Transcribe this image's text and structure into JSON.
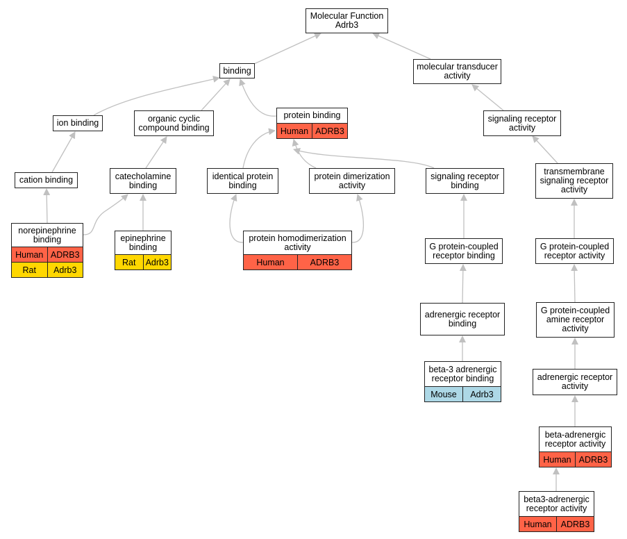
{
  "colors": {
    "Human": "#ff6347",
    "Rat": "#ffd700",
    "Mouse": "#add8e6",
    "edge": "#c0c0c0"
  },
  "nodes": {
    "mf": {
      "label": "Molecular Function\nAdrb3",
      "annotations": []
    },
    "binding": {
      "label": "binding",
      "annotations": []
    },
    "mta": {
      "label": "molecular transducer\nactivity",
      "annotations": []
    },
    "ion": {
      "label": "ion binding",
      "annotations": []
    },
    "ocb": {
      "label": "organic cyclic\ncompound binding",
      "annotations": []
    },
    "pb": {
      "label": "protein binding",
      "annotations": [
        {
          "species": "Human",
          "gene": "ADRB3"
        }
      ]
    },
    "sra": {
      "label": "signaling receptor\nactivity",
      "annotations": []
    },
    "cation": {
      "label": "cation binding",
      "annotations": []
    },
    "cat": {
      "label": "catecholamine\nbinding",
      "annotations": []
    },
    "ipb": {
      "label": "identical protein\nbinding",
      "annotations": []
    },
    "pda": {
      "label": "protein dimerization\nactivity",
      "annotations": []
    },
    "srb": {
      "label": "signaling receptor\nbinding",
      "annotations": []
    },
    "tsra": {
      "label": "transmembrane\nsignaling receptor\nactivity",
      "annotations": []
    },
    "nb": {
      "label": "norepinephrine\nbinding",
      "annotations": [
        {
          "species": "Human",
          "gene": "ADRB3"
        },
        {
          "species": "Rat",
          "gene": "Adrb3"
        }
      ]
    },
    "eb": {
      "label": "epinephrine\nbinding",
      "annotations": [
        {
          "species": "Rat",
          "gene": "Adrb3"
        }
      ]
    },
    "phd": {
      "label": "protein homodimerization\nactivity",
      "annotations": [
        {
          "species": "Human",
          "gene": "ADRB3"
        }
      ]
    },
    "gpcrb": {
      "label": "G protein-coupled\nreceptor binding",
      "annotations": []
    },
    "gpcra": {
      "label": "G protein-coupled\nreceptor activity",
      "annotations": []
    },
    "arb": {
      "label": "adrenergic receptor\nbinding",
      "annotations": []
    },
    "gpcaa": {
      "label": "G protein-coupled\namine receptor\nactivity",
      "annotations": []
    },
    "b3arb": {
      "label": "beta-3 adrenergic\nreceptor binding",
      "annotations": [
        {
          "species": "Mouse",
          "gene": "Adrb3"
        }
      ]
    },
    "ara": {
      "label": "adrenergic receptor\nactivity",
      "annotations": []
    },
    "bara": {
      "label": "beta-adrenergic\nreceptor activity",
      "annotations": [
        {
          "species": "Human",
          "gene": "ADRB3"
        }
      ]
    },
    "b3ara": {
      "label": "beta3-adrenergic\nreceptor activity",
      "annotations": [
        {
          "species": "Human",
          "gene": "ADRB3"
        }
      ]
    }
  },
  "edges": [
    [
      "binding",
      "mf"
    ],
    [
      "mta",
      "mf"
    ],
    [
      "ion",
      "binding"
    ],
    [
      "ocb",
      "binding"
    ],
    [
      "pb",
      "binding"
    ],
    [
      "sra",
      "mta"
    ],
    [
      "cation",
      "ion"
    ],
    [
      "cat",
      "ocb"
    ],
    [
      "ipb",
      "pb"
    ],
    [
      "pda",
      "pb"
    ],
    [
      "srb",
      "pb"
    ],
    [
      "tsra",
      "sra"
    ],
    [
      "nb",
      "cation"
    ],
    [
      "nb",
      "cat"
    ],
    [
      "eb",
      "cat"
    ],
    [
      "phd",
      "ipb"
    ],
    [
      "phd",
      "pda"
    ],
    [
      "gpcrb",
      "srb"
    ],
    [
      "gpcra",
      "tsra"
    ],
    [
      "arb",
      "gpcrb"
    ],
    [
      "gpcaa",
      "gpcra"
    ],
    [
      "b3arb",
      "arb"
    ],
    [
      "ara",
      "gpcaa"
    ],
    [
      "bara",
      "ara"
    ],
    [
      "b3ara",
      "bara"
    ]
  ]
}
